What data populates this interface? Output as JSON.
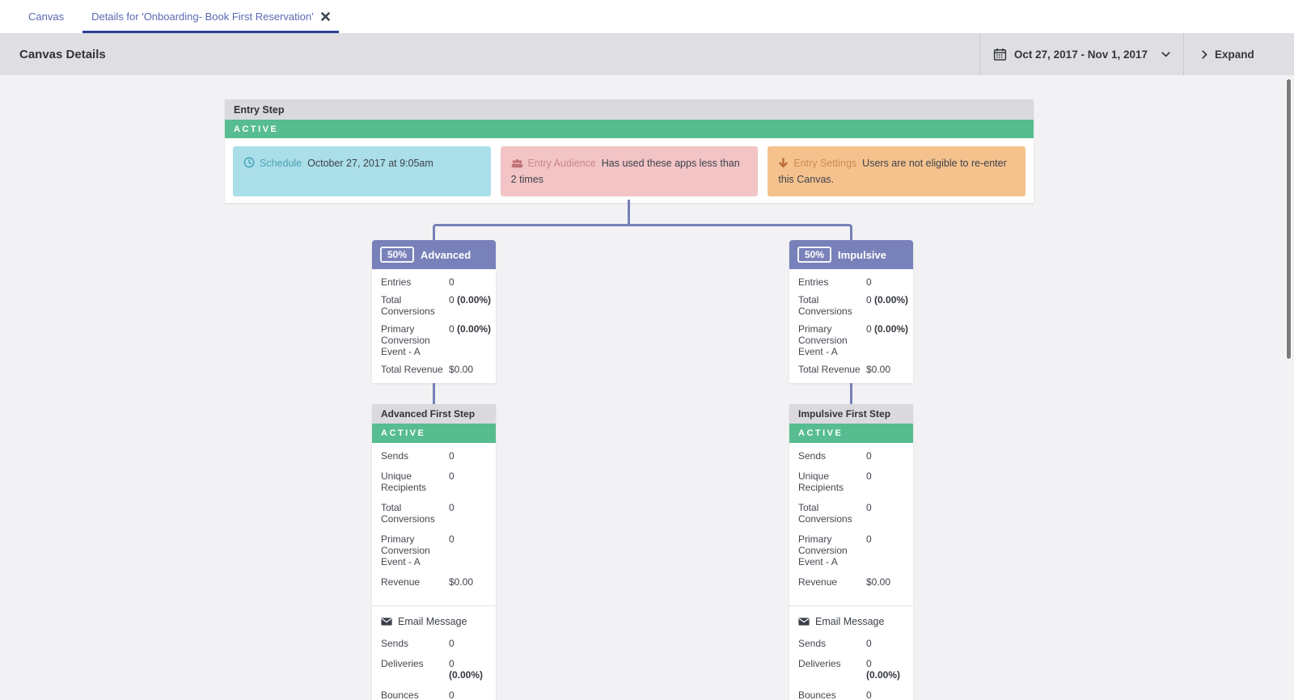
{
  "tabs": {
    "canvas": "Canvas",
    "details": "Details for 'Onboarding- Book First Reservation'"
  },
  "header": {
    "title": "Canvas Details",
    "date_range": "Oct 27, 2017 - Nov 1, 2017",
    "expand_label": "Expand"
  },
  "entry_step": {
    "title": "Entry Step",
    "status": "ACTIVE",
    "schedule": {
      "label": "Schedule",
      "value": "October 27, 2017 at 9:05am"
    },
    "audience": {
      "label": "Entry Audience",
      "value": "Has used these apps less than 2 times"
    },
    "settings": {
      "label": "Entry Settings",
      "value": "Users are not eligible to re-enter this Canvas."
    }
  },
  "variants": [
    {
      "percent": "50%",
      "name": "Advanced",
      "stats": [
        {
          "label": "Entries",
          "value": "0",
          "pct": ""
        },
        {
          "label": "Total Conversions",
          "value": "0 ",
          "pct": "(0.00%)"
        },
        {
          "label": "Primary Conversion Event - A",
          "value": "0 ",
          "pct": "(0.00%)"
        },
        {
          "label": "Total Revenue",
          "value": "$0.00",
          "pct": ""
        }
      ],
      "step": {
        "title": "Advanced First Step",
        "status": "ACTIVE",
        "stats": [
          {
            "label": "Sends",
            "value": "0"
          },
          {
            "label": "Unique Recipients",
            "value": "0"
          },
          {
            "label": "Total Conversions",
            "value": "0"
          },
          {
            "label": "Primary Conversion Event - A",
            "value": "0"
          },
          {
            "label": "Revenue",
            "value": "$0.00"
          }
        ],
        "message": {
          "type": "Email Message",
          "stats": [
            {
              "label": "Sends",
              "value": "0",
              "pct": ""
            },
            {
              "label": "Deliveries",
              "value": "0",
              "pct": "(0.00%)"
            },
            {
              "label": "Bounces",
              "value": "0",
              "pct": ""
            }
          ]
        }
      }
    },
    {
      "percent": "50%",
      "name": "Impulsive",
      "stats": [
        {
          "label": "Entries",
          "value": "0",
          "pct": ""
        },
        {
          "label": "Total Conversions",
          "value": "0 ",
          "pct": "(0.00%)"
        },
        {
          "label": "Primary Conversion Event - A",
          "value": "0 ",
          "pct": "(0.00%)"
        },
        {
          "label": "Total Revenue",
          "value": "$0.00",
          "pct": ""
        }
      ],
      "step": {
        "title": "Impulsive First Step",
        "status": "ACTIVE",
        "stats": [
          {
            "label": "Sends",
            "value": "0"
          },
          {
            "label": "Unique Recipients",
            "value": "0"
          },
          {
            "label": "Total Conversions",
            "value": "0"
          },
          {
            "label": "Primary Conversion Event - A",
            "value": "0"
          },
          {
            "label": "Revenue",
            "value": "$0.00"
          }
        ],
        "message": {
          "type": "Email Message",
          "stats": [
            {
              "label": "Sends",
              "value": "0",
              "pct": ""
            },
            {
              "label": "Deliveries",
              "value": "0",
              "pct": "(0.00%)"
            },
            {
              "label": "Bounces",
              "value": "0",
              "pct": ""
            }
          ]
        }
      }
    }
  ],
  "icons": {
    "tab_close": "close-icon",
    "date": "calendar-icon",
    "date_caret": "chevron-down-icon",
    "expand": "chevron-right-icon",
    "schedule": "clock-icon",
    "audience": "users-icon",
    "settings": "arrow-down-icon",
    "message": "envelope-icon"
  },
  "colors": {
    "active_green": "#57bd90",
    "variant_purple": "#7881b9",
    "connector": "#7680b8",
    "tab_blue": "#5a69b3",
    "tab_underline": "#2a3f9a",
    "schedule_box": "#aadee9",
    "audience_box": "#f2c4c6",
    "settings_box": "#f5c28e",
    "header_bar": "#dfdfe3"
  }
}
